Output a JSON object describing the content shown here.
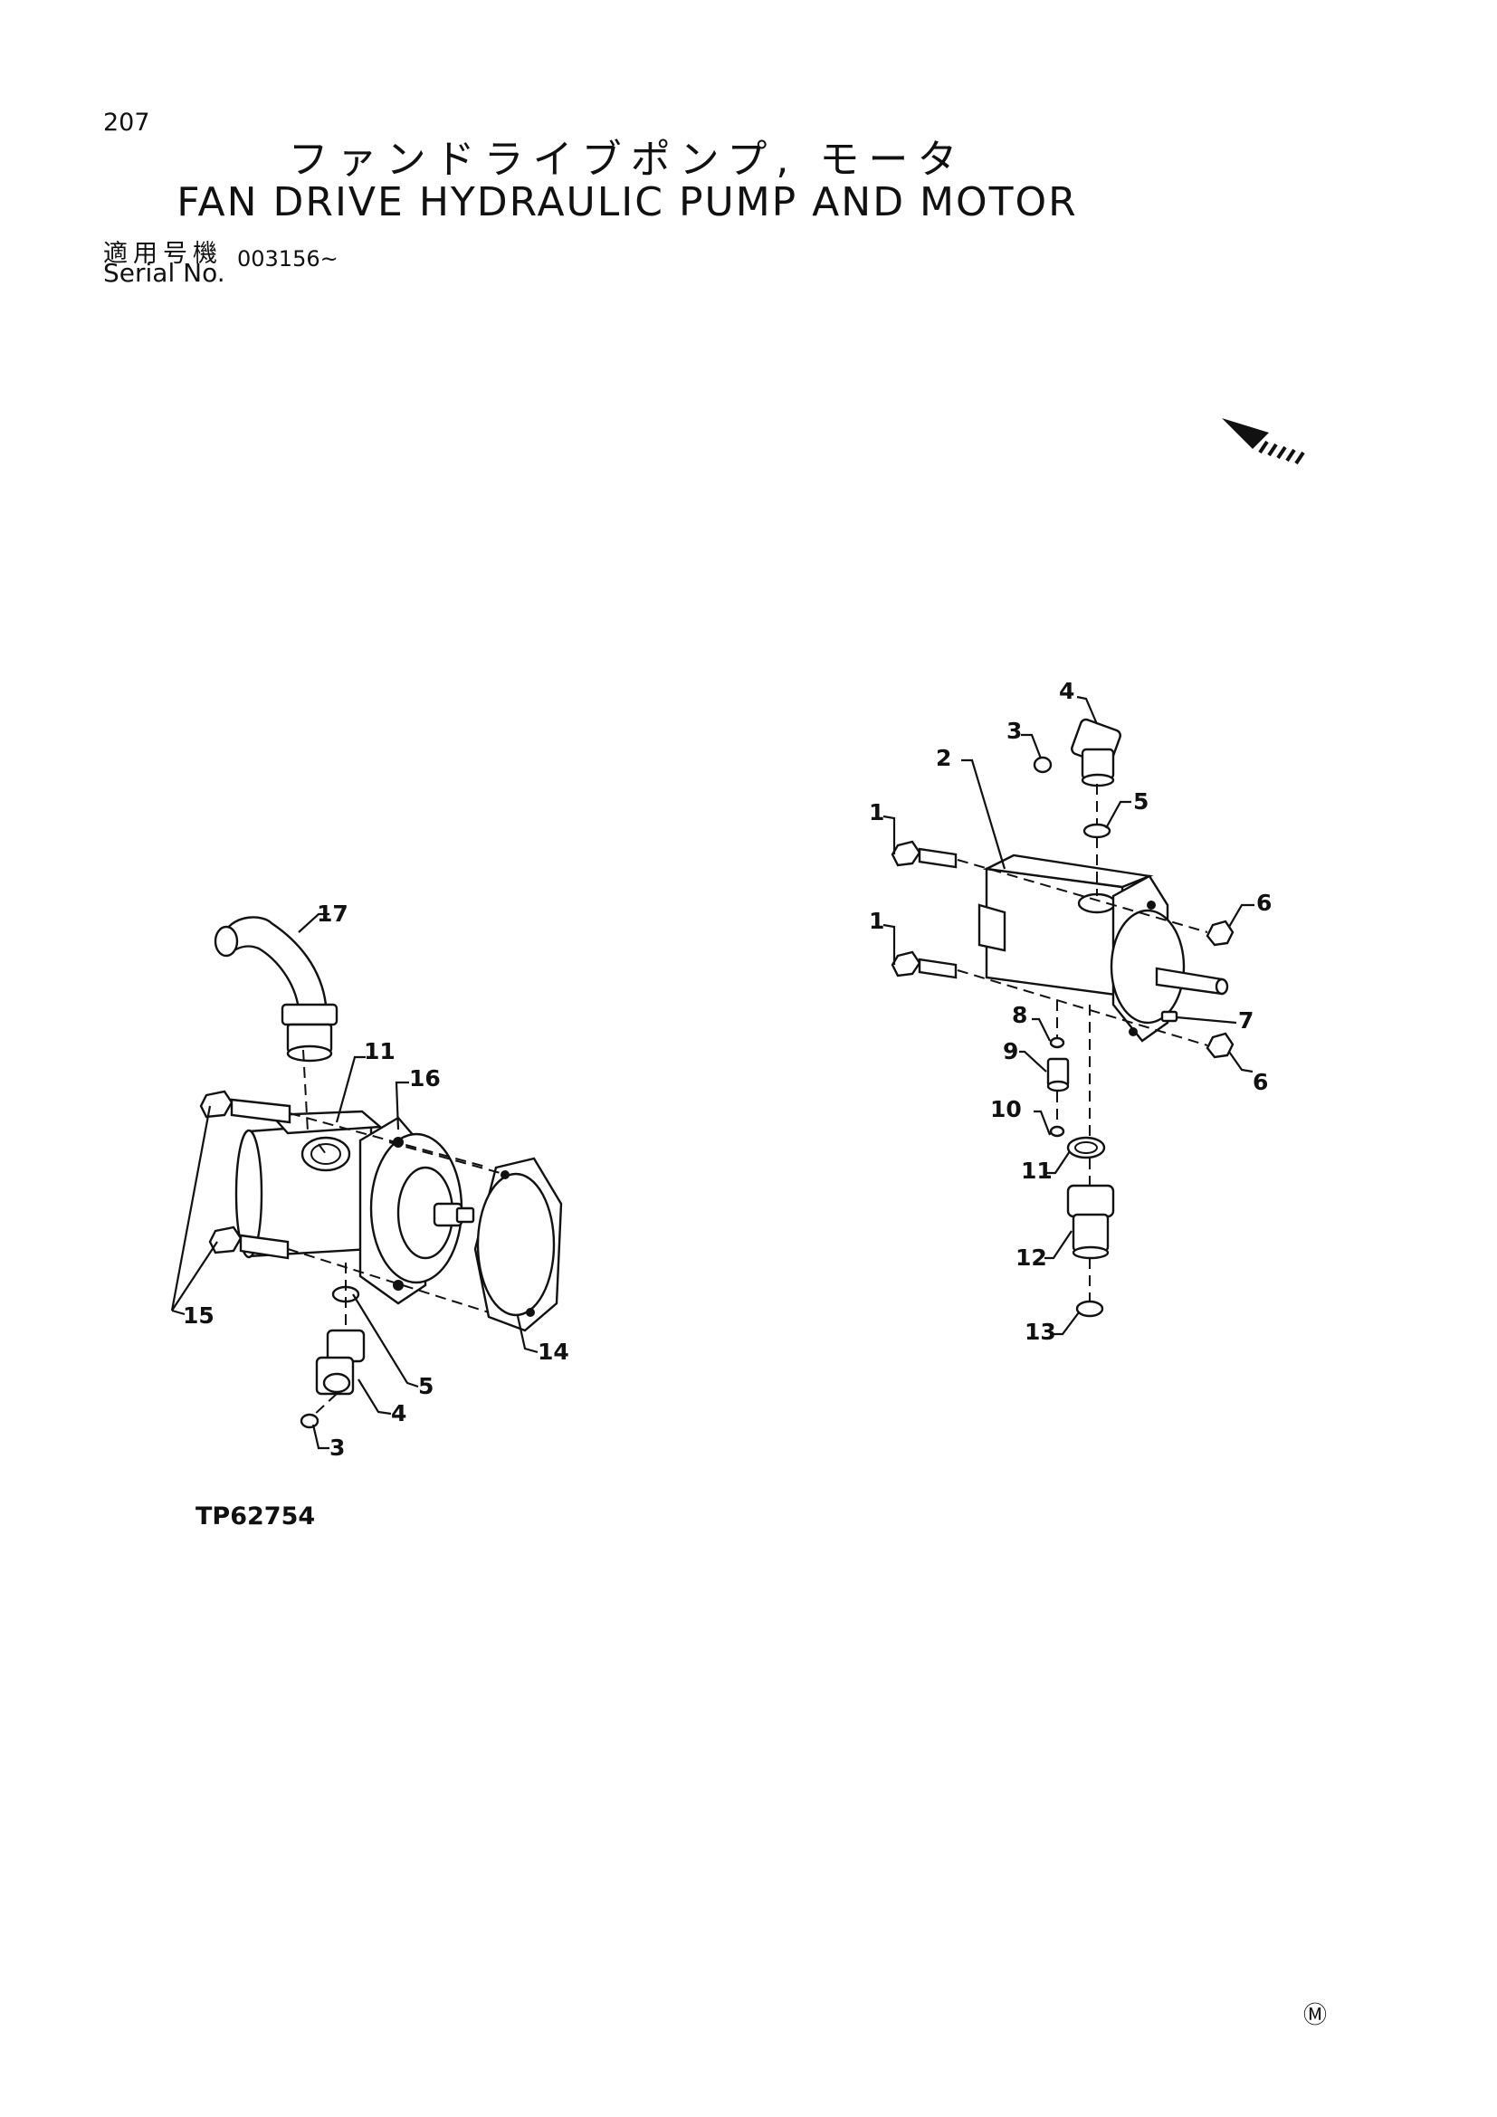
{
  "page_number": "207",
  "title_jp": "ファンドライブポンプ, モータ",
  "title_en": "FAN DRIVE HYDRAULIC PUMP AND MOTOR",
  "serial_label_jp": "適用号機",
  "serial_label_en": "Serial No.",
  "serial_value": "003156~",
  "figure_code": "TP62754",
  "corner_mark": "Ⓜ",
  "callouts_left": [
    "17",
    "11",
    "16",
    "15",
    "14",
    "5",
    "4",
    "3"
  ],
  "callouts_right": [
    "4",
    "3",
    "2",
    "5",
    "1",
    "1",
    "6",
    "7",
    "6",
    "8",
    "9",
    "10",
    "11",
    "12",
    "13"
  ]
}
